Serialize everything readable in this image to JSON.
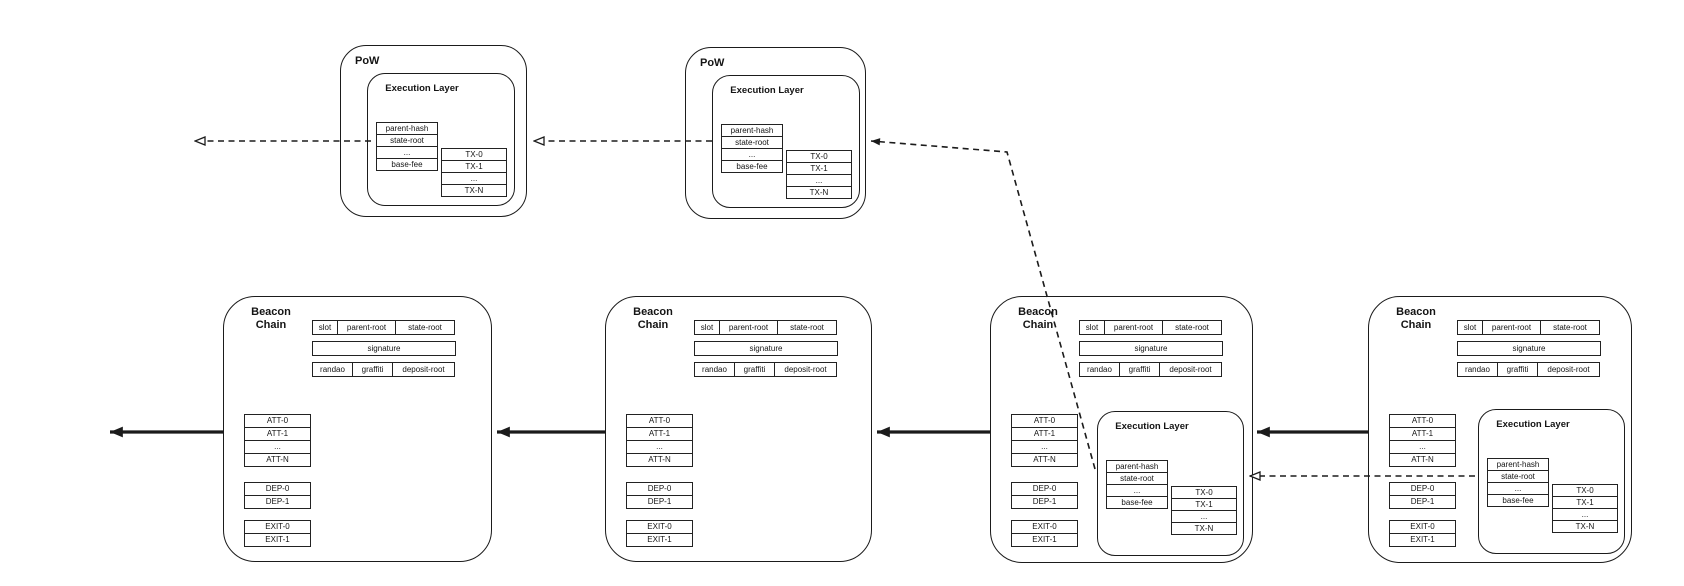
{
  "colors": {
    "background": "#ffffff",
    "stroke": "#1b1b1b"
  },
  "pow_blocks": [
    {
      "title": "PoW",
      "execution_layer": {
        "title": "Execution Layer",
        "fields": [
          "parent-hash",
          "state-root",
          "...",
          "base-fee"
        ],
        "transactions": [
          "TX-0",
          "TX-1",
          "...",
          "TX-N"
        ]
      }
    },
    {
      "title": "PoW",
      "execution_layer": {
        "title": "Execution Layer",
        "fields": [
          "parent-hash",
          "state-root",
          "...",
          "base-fee"
        ],
        "transactions": [
          "TX-0",
          "TX-1",
          "...",
          "TX-N"
        ]
      }
    }
  ],
  "beacon_blocks": [
    {
      "title": "Beacon Chain",
      "header_row": [
        "slot",
        "parent-root",
        "state-root"
      ],
      "signature_row": "signature",
      "meta_row": [
        "randao",
        "graffiti",
        "deposit-root"
      ],
      "attestations": [
        "ATT-0",
        "ATT-1",
        "...",
        "ATT-N"
      ],
      "deposits": [
        "DEP-0",
        "DEP-1"
      ],
      "exits": [
        "EXIT-0",
        "EXIT-1"
      ]
    },
    {
      "title": "Beacon Chain",
      "header_row": [
        "slot",
        "parent-root",
        "state-root"
      ],
      "signature_row": "signature",
      "meta_row": [
        "randao",
        "graffiti",
        "deposit-root"
      ],
      "attestations": [
        "ATT-0",
        "ATT-1",
        "...",
        "ATT-N"
      ],
      "deposits": [
        "DEP-0",
        "DEP-1"
      ],
      "exits": [
        "EXIT-0",
        "EXIT-1"
      ]
    },
    {
      "title": "Beacon Chain",
      "header_row": [
        "slot",
        "parent-root",
        "state-root"
      ],
      "signature_row": "signature",
      "meta_row": [
        "randao",
        "graffiti",
        "deposit-root"
      ],
      "attestations": [
        "ATT-0",
        "ATT-1",
        "...",
        "ATT-N"
      ],
      "deposits": [
        "DEP-0",
        "DEP-1"
      ],
      "exits": [
        "EXIT-0",
        "EXIT-1"
      ],
      "execution_layer": {
        "title": "Execution Layer",
        "fields": [
          "parent-hash",
          "state-root",
          "...",
          "base-fee"
        ],
        "transactions": [
          "TX-0",
          "TX-1",
          "...",
          "TX-N"
        ]
      }
    },
    {
      "title": "Beacon Chain",
      "header_row": [
        "slot",
        "parent-root",
        "state-root"
      ],
      "signature_row": "signature",
      "meta_row": [
        "randao",
        "graffiti",
        "deposit-root"
      ],
      "attestations": [
        "ATT-0",
        "ATT-1",
        "...",
        "ATT-N"
      ],
      "deposits": [
        "DEP-0",
        "DEP-1"
      ],
      "exits": [
        "EXIT-0",
        "EXIT-1"
      ],
      "execution_layer": {
        "title": "Execution Layer",
        "fields": [
          "parent-hash",
          "state-root",
          "...",
          "base-fee"
        ],
        "transactions": [
          "TX-0",
          "TX-1",
          "...",
          "TX-N"
        ]
      }
    }
  ]
}
